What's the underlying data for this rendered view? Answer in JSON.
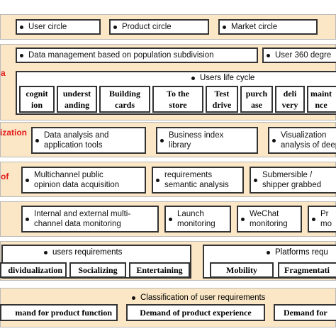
{
  "layer1": {
    "items": [
      "User circle",
      "Product circle",
      "Market circle"
    ]
  },
  "layer2": {
    "label": "a",
    "top_box": "Data management based on population subdivision",
    "right_box": "User 360 degre",
    "lifecycle_title": "Users life cycle",
    "stages": [
      [
        "cognit",
        "ion"
      ],
      [
        "underst",
        "anding"
      ],
      [
        "Building",
        "cards"
      ],
      [
        "To the",
        "store"
      ],
      [
        "Test",
        "drive"
      ],
      [
        "purch",
        "ase"
      ],
      [
        "deli",
        "very"
      ],
      [
        "maint",
        "nce"
      ]
    ]
  },
  "layer3": {
    "label": "ization",
    "boxes": [
      [
        "Data analysis and",
        "application tools"
      ],
      [
        "Business index",
        "library"
      ],
      [
        "Visualization",
        "analysis of deep"
      ]
    ]
  },
  "layer4": {
    "label": "of",
    "boxes": [
      [
        "Multichannel public",
        "opinion data acquisition"
      ],
      [
        "requirements",
        "semantic analysis"
      ],
      [
        "Submersible /",
        "shipper grabbed"
      ]
    ]
  },
  "layer5": {
    "boxes": [
      [
        "Internal and external multi-",
        "channel data monitoring"
      ],
      [
        "Launch",
        "monitoring"
      ],
      [
        "WeChat",
        "monitoring"
      ],
      [
        "Pr",
        "mo"
      ]
    ]
  },
  "layer6": {
    "left_title": "users requirements",
    "left_items": [
      "dividualization",
      "Socializing",
      "Entertaining"
    ],
    "right_title": "Platforms requ",
    "right_items": [
      "Mobility",
      "Fragmentati"
    ]
  },
  "layer7": {
    "title": "Classification of user requirements",
    "items": [
      "mand for product function",
      "Demand of product  experience",
      "Demand for"
    ]
  },
  "colors": {
    "band": "#fbe7c6",
    "label_red": "#e21a1a",
    "border": "#333333"
  }
}
